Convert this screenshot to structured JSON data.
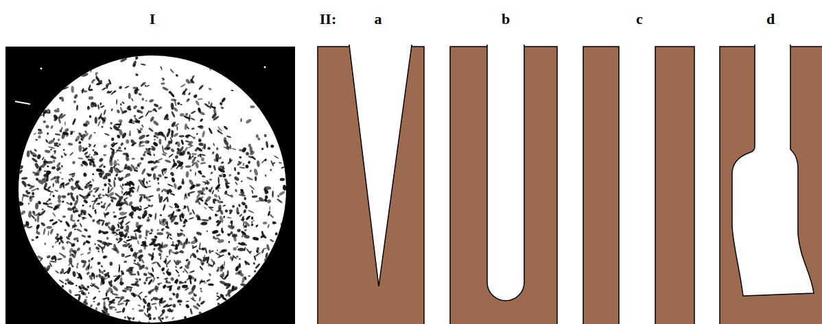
{
  "diagram": {
    "labels": [
      "I",
      "II:",
      "a",
      "b",
      "c",
      "d"
    ]
  }
}
